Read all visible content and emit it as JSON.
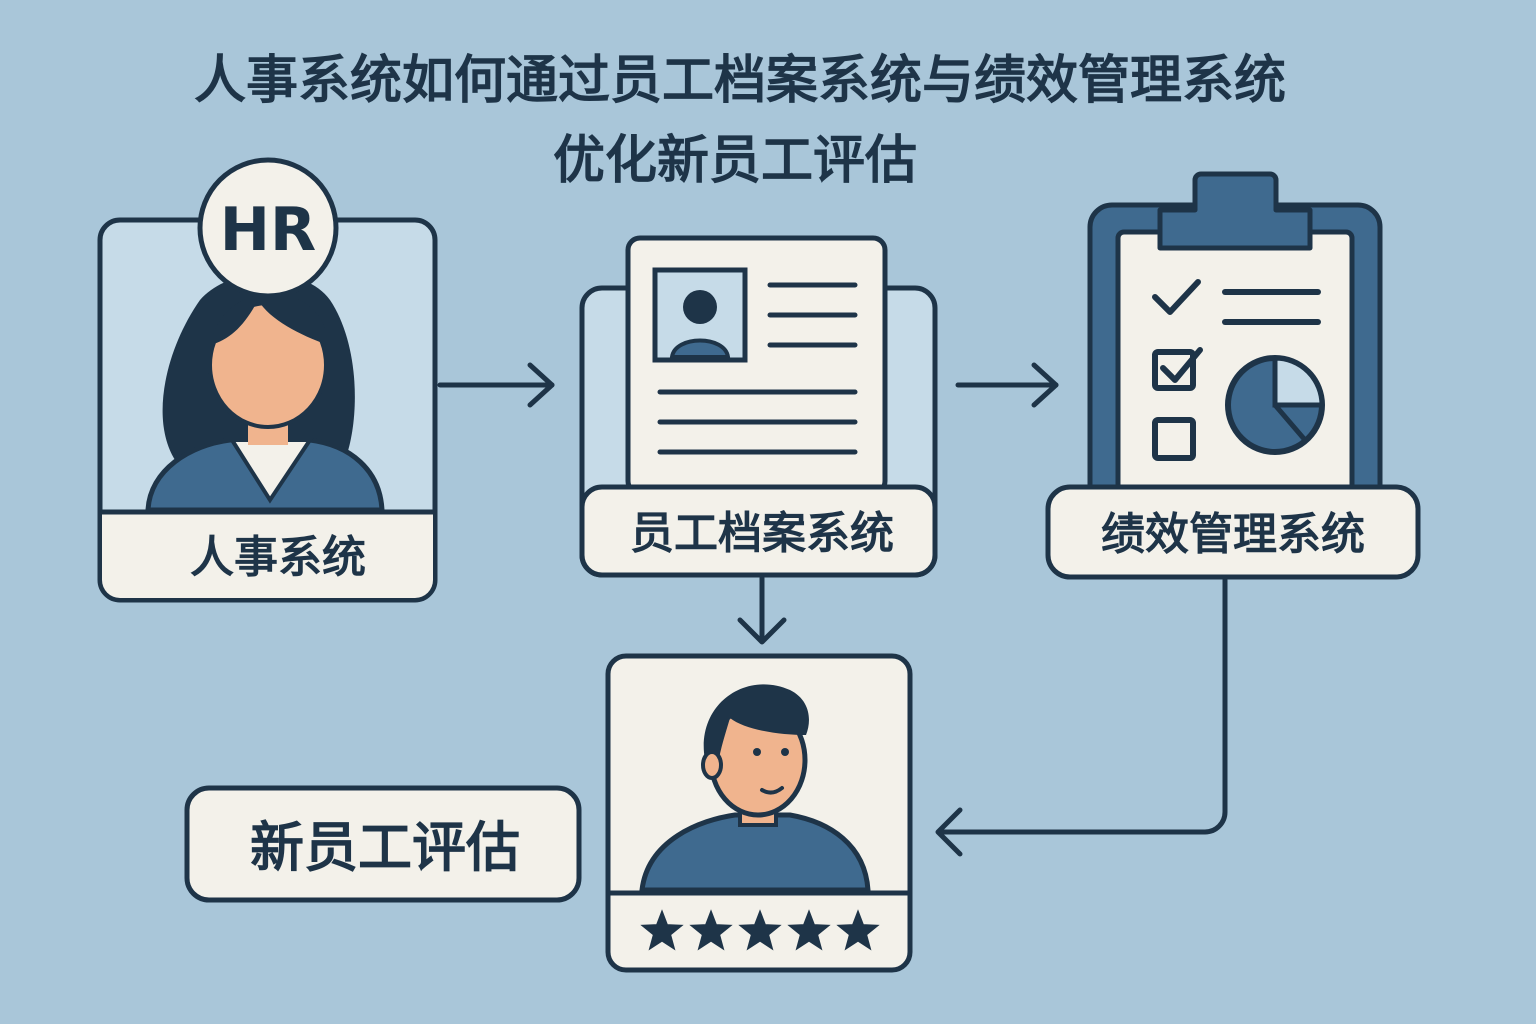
{
  "title": {
    "line1": "人事系统如何通过员工档案系统与绩效管理系统",
    "line2": "优化新员工评估"
  },
  "nodes": {
    "hr": {
      "badge": "HR",
      "label": "人事系统"
    },
    "profile": {
      "label": "员工档案系统"
    },
    "performance": {
      "label": "绩效管理系统"
    },
    "evaluation": {
      "label": "新员工评估"
    }
  },
  "rating": {
    "stars": 5,
    "max": 5
  },
  "colors": {
    "background": "#a9c6d9",
    "outline": "#1e3448",
    "card": "#f3f1ea",
    "accent": "#3f6a8f",
    "skin": "#f0b48e"
  }
}
